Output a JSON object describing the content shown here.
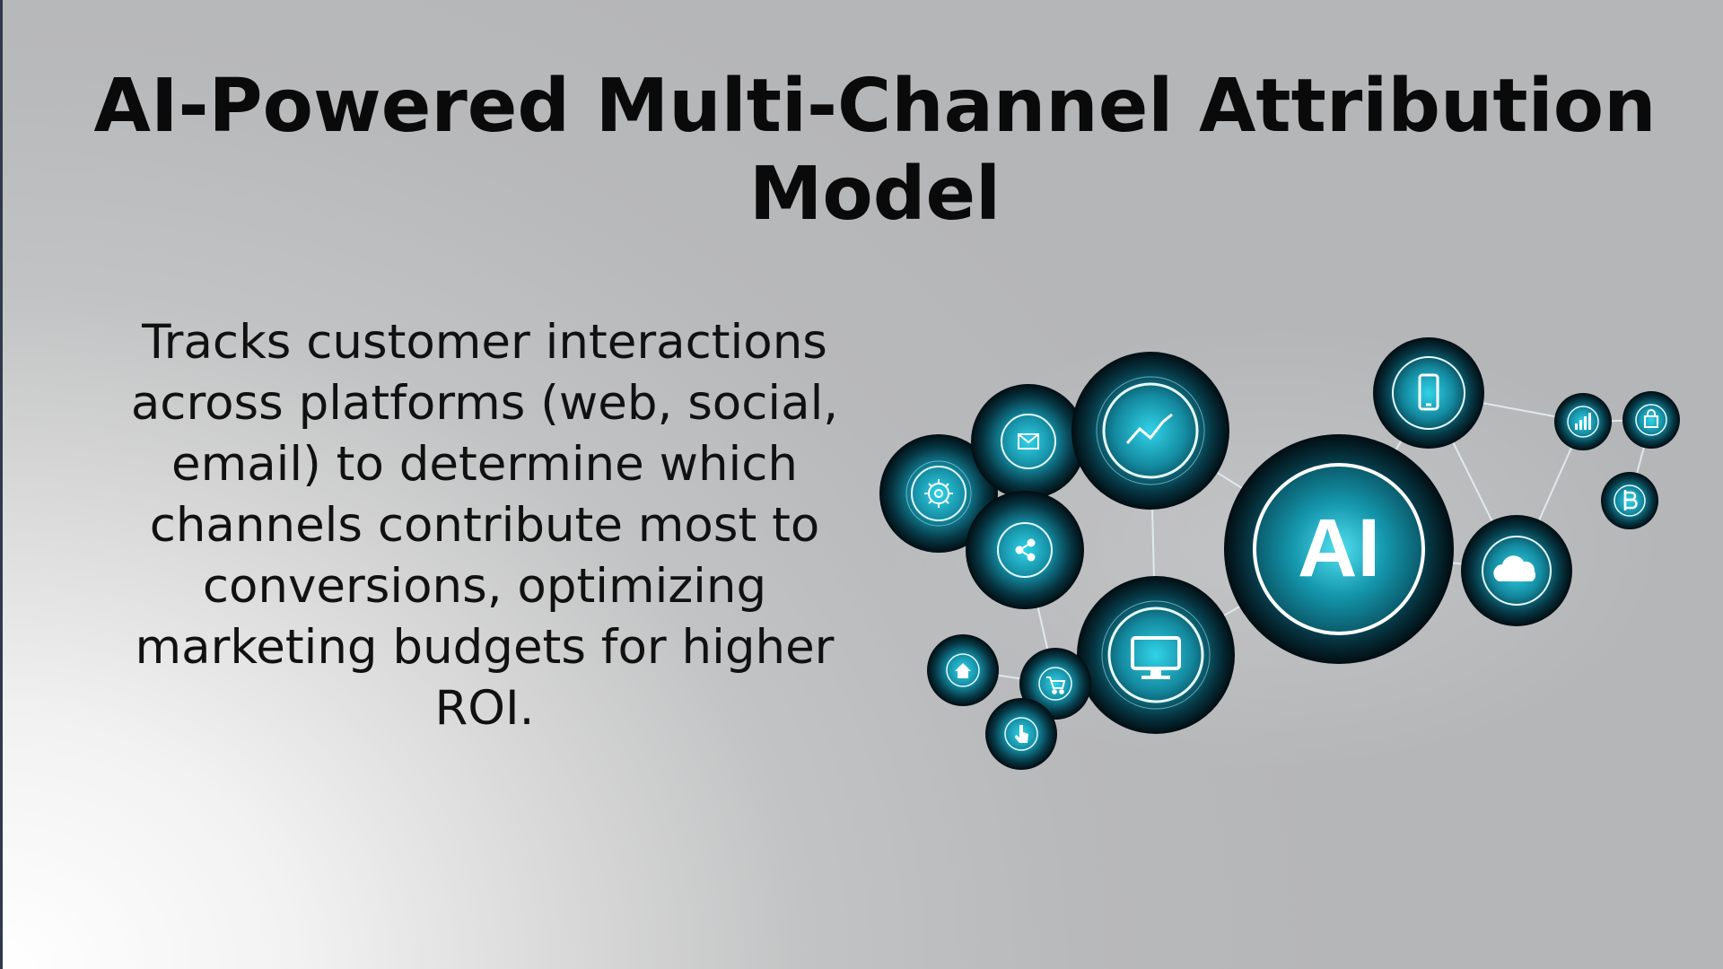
{
  "slide": {
    "title": "AI-Powered Multi-Channel Attribution Model",
    "body": "Tracks customer interactions across platforms (web, social, email) to determine which channels contribute most to conversions, optimizing marketing budgets for higher ROI."
  },
  "graphic": {
    "center_label": "AI",
    "icons": [
      "gear-icon",
      "mail-icon",
      "trend-chart-icon",
      "share-icon",
      "monitor-icon",
      "home-icon",
      "cart-icon",
      "hand-tap-icon",
      "smartphone-icon",
      "cloud-icon",
      "bar-chart-icon",
      "shopping-bag-icon",
      "bitcoin-icon"
    ],
    "colors": {
      "node_dark": "#04141c",
      "node_teal": "#1fb8cf",
      "ring": "#e6fbff",
      "line": "#e4eef2"
    }
  }
}
